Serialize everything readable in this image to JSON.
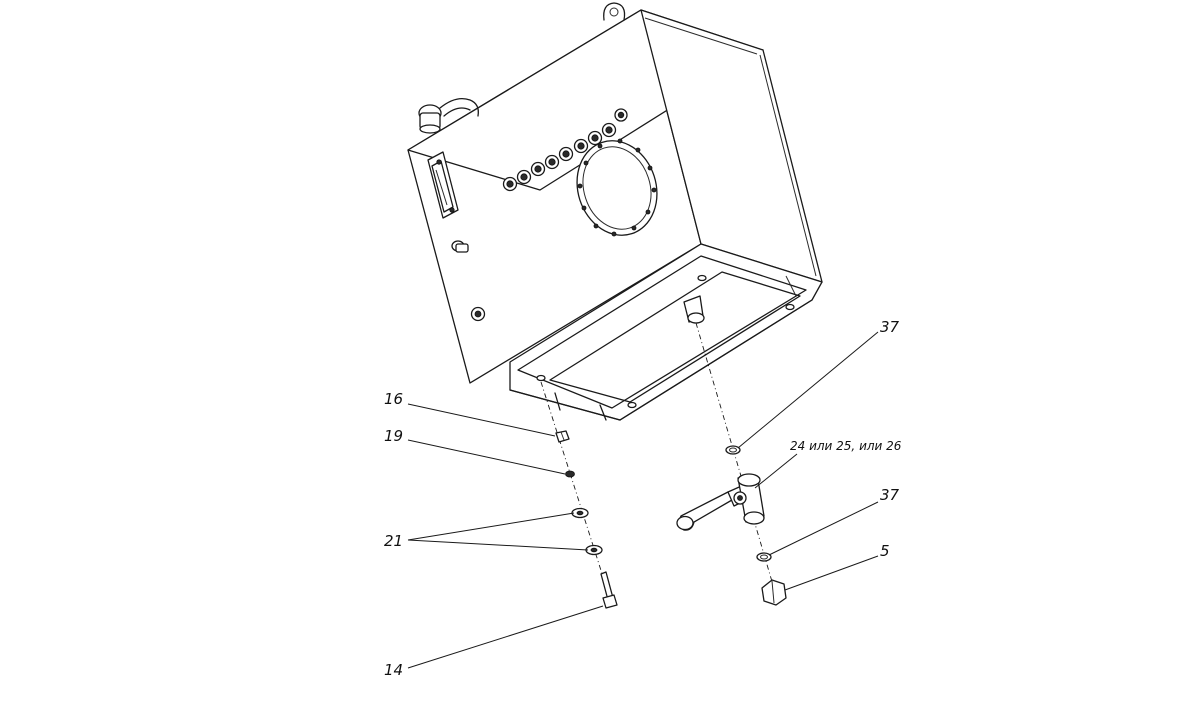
{
  "callouts": {
    "c16": "16",
    "c19": "19",
    "c21": "21",
    "c14": "14",
    "c37_top": "37",
    "c24": "24 или 25, или 26",
    "c37_bottom": "37",
    "c5": "5"
  }
}
